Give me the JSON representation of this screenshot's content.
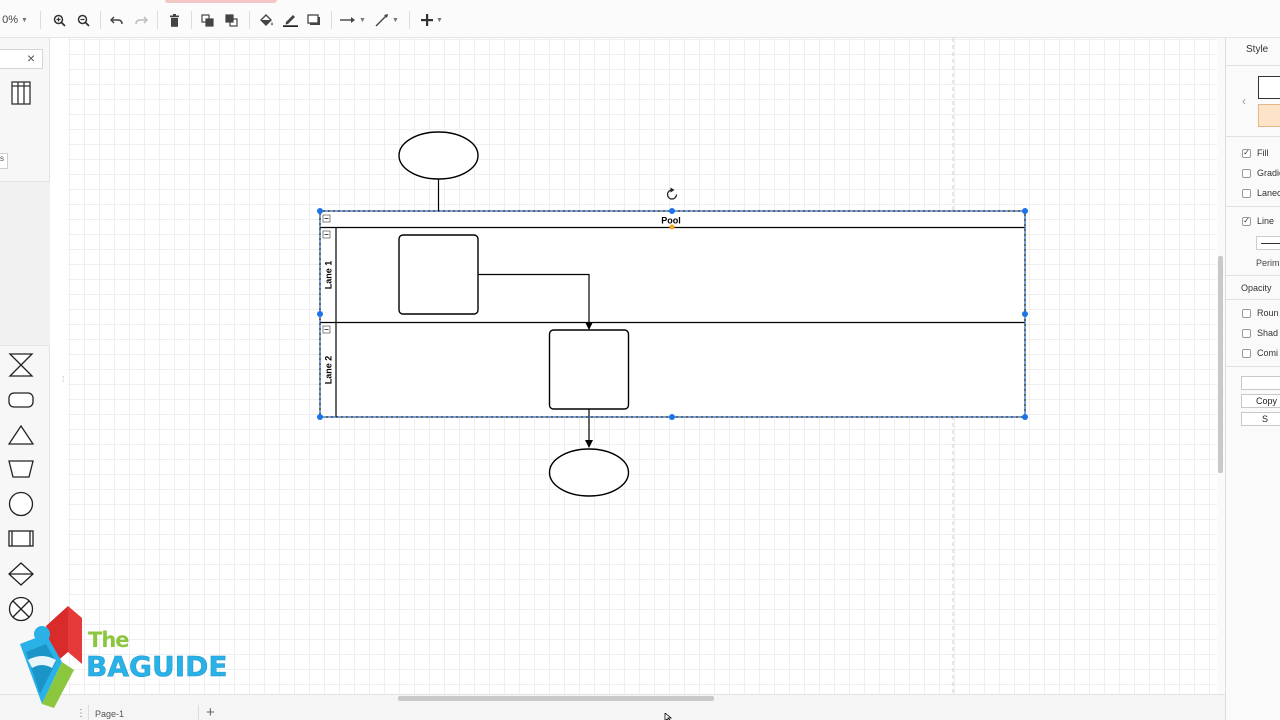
{
  "toolbar": {
    "zoom_value": "0%",
    "items": [
      "zoom-in",
      "zoom-out",
      "undo",
      "redo",
      "delete",
      "to-front",
      "to-back",
      "fill-color",
      "line-color",
      "shadow",
      "connection",
      "waypoints",
      "insert"
    ]
  },
  "sidebar": {
    "search_close": "×",
    "tab_stub": "s"
  },
  "diagram": {
    "pool_label": "Pool",
    "lane1_label": "Lane 1",
    "lane2_label": "Lane 2",
    "collapse_glyph": "−"
  },
  "format_panel": {
    "title": "Style",
    "chevron": "‹",
    "fill_label": "Fill",
    "gradient_label": "Gradie",
    "lanecolor_label": "Lanec",
    "line_label": "Line",
    "perimeter_label": "Perim",
    "opacity_label": "Opacity",
    "rounded_label": "Roun",
    "shadow_label": "Shad",
    "comic_label": "Comi",
    "btn_top": "",
    "btn_copy": "Copy",
    "btn_set": "S",
    "fill_checked": true,
    "line_checked": true,
    "colors": {
      "swatch_white": "#ffffff",
      "swatch_orange": "#fde3c8"
    }
  },
  "bottom_bar": {
    "pages_button": "⋮",
    "page_tab": "Page-1",
    "add_page": "+"
  },
  "logo": {
    "line1": "The",
    "line2": "BAGUIDE"
  },
  "colors": {
    "selection": "#1a73e8",
    "handle_orange": "#f5a623"
  }
}
